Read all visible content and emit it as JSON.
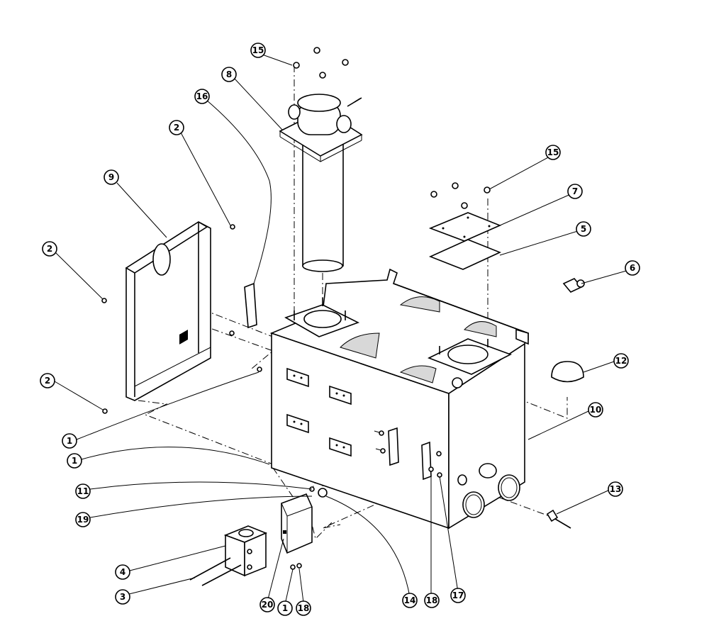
{
  "callouts": [
    {
      "label": "15"
    },
    {
      "label": "8"
    },
    {
      "label": "16"
    },
    {
      "label": "2"
    },
    {
      "label": "9"
    },
    {
      "label": "2"
    },
    {
      "label": "15"
    },
    {
      "label": "7"
    },
    {
      "label": "5"
    },
    {
      "label": "6"
    },
    {
      "label": "12"
    },
    {
      "label": "2"
    },
    {
      "label": "10"
    },
    {
      "label": "1"
    },
    {
      "label": "1"
    },
    {
      "label": "11"
    },
    {
      "label": "13"
    },
    {
      "label": "19"
    },
    {
      "label": "4"
    },
    {
      "label": "3"
    },
    {
      "label": "20"
    },
    {
      "label": "1"
    },
    {
      "label": "18"
    },
    {
      "label": "14"
    },
    {
      "label": "18"
    },
    {
      "label": "17"
    }
  ]
}
